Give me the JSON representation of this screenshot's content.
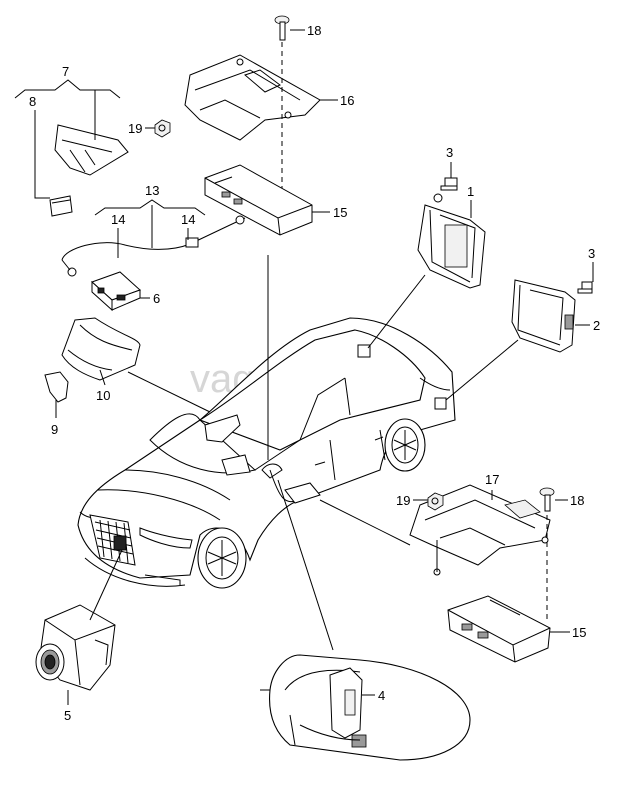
{
  "watermark": "vagteo.ru",
  "callouts": {
    "c1": "1",
    "c2": "2",
    "c3a": "3",
    "c3b": "3",
    "c4": "4",
    "c5": "5",
    "c6": "6",
    "c7": "7",
    "c8": "8",
    "c9": "9",
    "c10": "10",
    "c13": "13",
    "c14a": "14",
    "c14b": "14",
    "c15a": "15",
    "c15b": "15",
    "c16": "16",
    "c17": "17",
    "c18a": "18",
    "c18b": "18",
    "c19a": "19",
    "c19b": "19"
  }
}
